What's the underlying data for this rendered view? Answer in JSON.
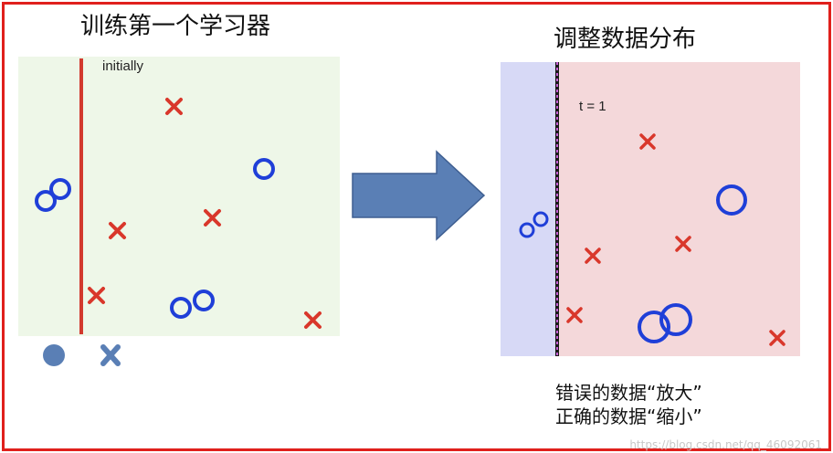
{
  "left_panel": {
    "title": "训练第一个学习器",
    "label": "initially"
  },
  "right_panel": {
    "title": "调整数据分布",
    "label": "t = 1"
  },
  "captions": {
    "line1": "错误的数据“放大”",
    "line2": "正确的数据“缩小”"
  },
  "watermark": "https://blog.csdn.net/qq_46092061",
  "colors": {
    "frame": "#e0201c",
    "circle": "#1f3fd8",
    "cross": "#d9372b",
    "boundary": "#d23a2e",
    "arrow": "#5a7fb5",
    "legend": "#5a7fb5"
  },
  "icons": {
    "arrow": "right-arrow-icon",
    "legend_circle": "filled-circle-icon",
    "legend_cross": "cross-icon"
  }
}
